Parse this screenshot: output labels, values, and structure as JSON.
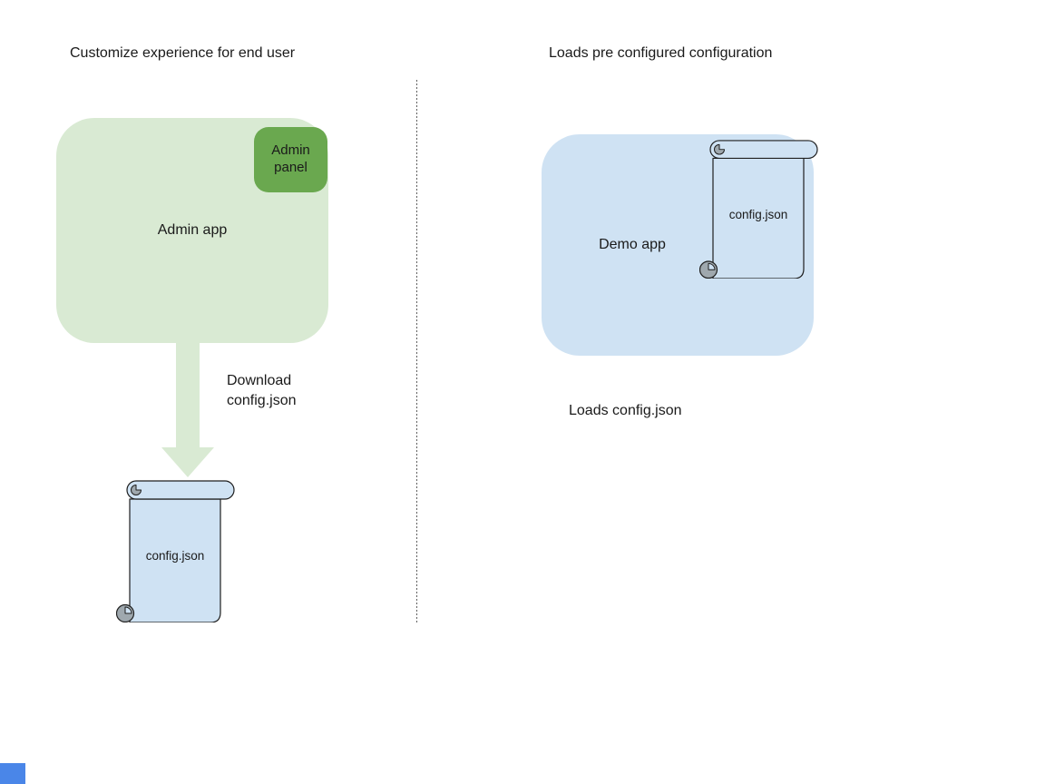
{
  "left": {
    "title": "Customize experience for end user",
    "admin_app_label": "Admin app",
    "admin_panel_label": "Admin panel",
    "download_caption": "Download config.json",
    "scroll_label": "config.json"
  },
  "right": {
    "title": "Loads pre configured configuration",
    "demo_app_label": "Demo app",
    "scroll_label": "config.json",
    "loads_caption": "Loads config.json"
  },
  "colors": {
    "text_color": "#1a1a1a",
    "admin_app_fill": "#d9ead3",
    "admin_panel_fill": "#6aa84f",
    "arrow_fill": "#d9ead3",
    "demo_app_fill": "#cfe2f3",
    "scroll_fill": "#cfe2f3",
    "scroll_curl_fill": "#9fa8ae",
    "divider_color": "#606060",
    "corner_rect_fill": "#4a86e8"
  }
}
